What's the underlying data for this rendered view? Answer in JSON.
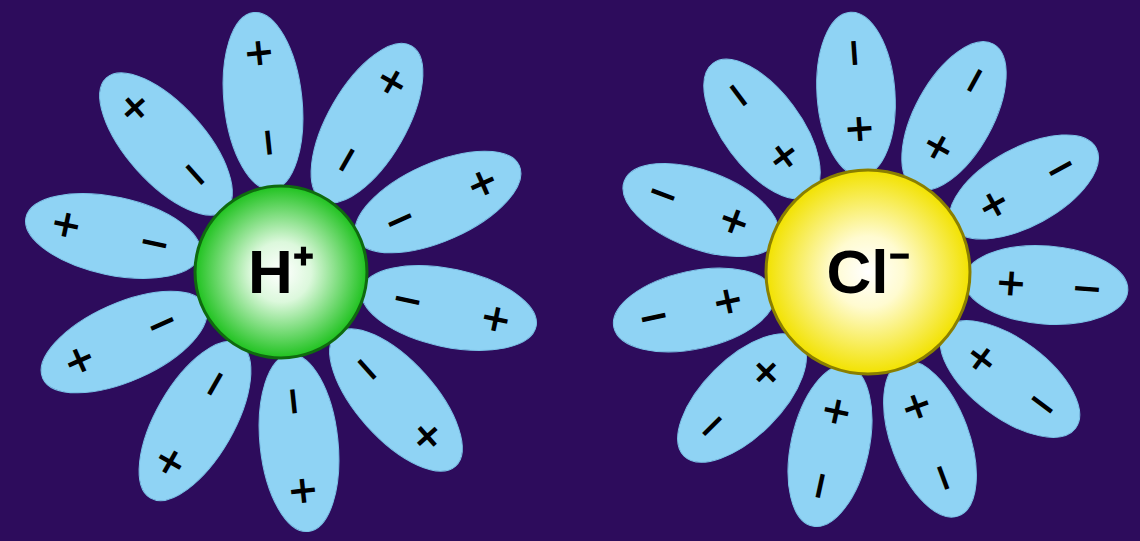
{
  "diagram": {
    "nodes": [
      {
        "text": [
          "H⁺"
        ]
      },
      {
        "text": [
          "−",
          "+"
        ]
      },
      {
        "text": [
          "−",
          "+"
        ]
      },
      {
        "text": [
          "−",
          "+"
        ]
      },
      {
        "text": [
          "−",
          "+"
        ]
      },
      {
        "text": [
          "−",
          "+"
        ]
      },
      {
        "text": [
          "−",
          "+"
        ]
      },
      {
        "text": [
          "−",
          "+"
        ]
      },
      {
        "text": [
          "−",
          "+"
        ]
      },
      {
        "text": [
          "−",
          "+"
        ]
      },
      {
        "text": [
          "−",
          "+"
        ]
      },
      {
        "text": [
          "Cl⁻"
        ]
      },
      {
        "text": [
          "+",
          "−"
        ]
      },
      {
        "text": [
          "+",
          "−"
        ]
      },
      {
        "text": [
          "+",
          "−"
        ]
      },
      {
        "text": [
          "+",
          "−"
        ]
      },
      {
        "text": [
          "+",
          "−"
        ]
      },
      {
        "text": [
          "+",
          "−"
        ]
      },
      {
        "text": [
          "+",
          "−"
        ]
      },
      {
        "text": [
          "+",
          "−"
        ]
      },
      {
        "text": [
          "+",
          "−"
        ]
      },
      {
        "text": [
          "+",
          "−"
        ]
      },
      {
        "text": [
          "+",
          "−"
        ]
      }
    ]
  }
}
